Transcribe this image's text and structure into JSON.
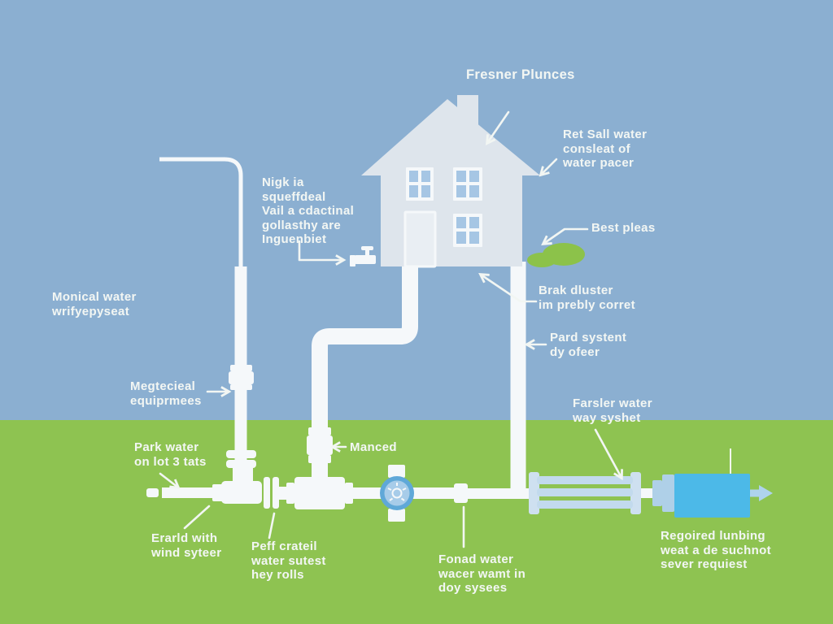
{
  "diagram": {
    "subject": "residential water supply pipeline infographic",
    "components": [
      "house-icon",
      "chimney-icon",
      "window-icon",
      "door-icon",
      "service-pipe",
      "water-main-pipe",
      "pipe-coupling",
      "pipe-flange",
      "water-meter-icon",
      "filter-icon",
      "tank-icon",
      "tap-icon",
      "bush-icon",
      "flow-arrow-icon"
    ]
  },
  "colors": {
    "sky": "#8BAFD1",
    "ground": "#8EC351",
    "pipe": "#F5F8FA",
    "house": "#DEE5EC",
    "window": "#A6C6E4",
    "door": "#E9EEF3",
    "meter_ring": "#5FA8D8",
    "meter_face": "#A7CCE9",
    "filter_tube": "#C2DAED",
    "filter_flange": "#CEE0F0",
    "pale_fitting": "#AFD0E8",
    "tank": "#4CB9E8",
    "bush": "#8CC24A",
    "exit_arrow": "#AED3EC",
    "text": "#F2F6F3"
  },
  "labels": {
    "fresner": "Fresner Plunces",
    "retsall": "Ret Sall water\nconsleat of\nwater pacer",
    "nigk": "Nigk ia\nsqueffdeal\nVail a cdactinal\ngollasthy are\nInguenbiet",
    "monical": "Monical water\nwrifyepyseat",
    "brak": "Brak dluster\nim prebly corret",
    "pard": "Pard systent\ndy ofeer",
    "best": "Best pleas",
    "megtecieal": "Megtecieal\nequiprmees",
    "park": "Park water\non lot 3 tats",
    "manced": "Manced",
    "farsler": "Farsler water\nway syshet",
    "erarld": "Erarld with\nwind syteer",
    "peff": "Peff crateil\nwater sutest\nhey rolls",
    "fonad": "Fonad water\nwacer wamt in\ndoy sysees",
    "regoired": "Regoired lunbing\nweat a de suchnot\nsever requiest"
  }
}
